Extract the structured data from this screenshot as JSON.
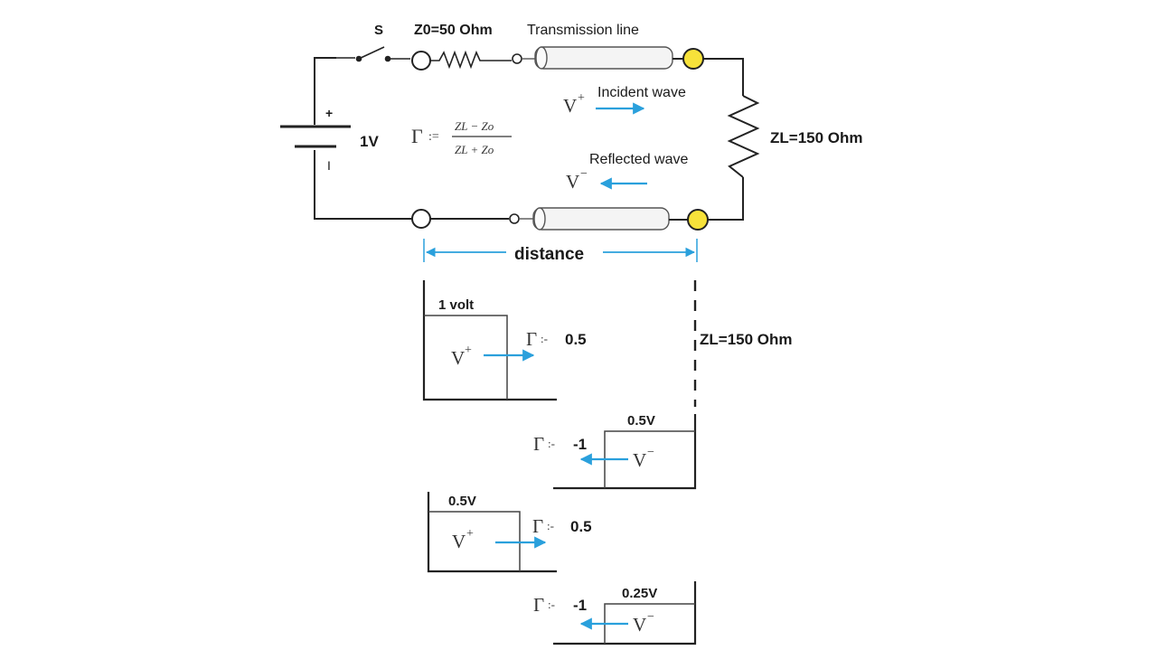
{
  "circuit": {
    "switch_label": "S",
    "source_impedance_label": "Z0=50 Ohm",
    "line_label": "Transmission line",
    "battery_voltage_label": "1V",
    "battery_plus": "+",
    "battery_minus": "I",
    "load_label": "ZL=150 Ohm",
    "incident_symbol": "V",
    "incident_sup": "+",
    "incident_label": "Incident wave",
    "reflected_symbol": "V",
    "reflected_sup": "−",
    "reflected_label": "Reflected wave",
    "gamma_symbol": "Γ",
    "gamma_eq": ":=",
    "gamma_num": "ZL − Zo",
    "gamma_den": "ZL + Zo",
    "distance_label": "distance"
  },
  "bounce": {
    "load_label": "ZL=150 Ohm",
    "steps": [
      {
        "amplitude": "1 volt",
        "wave_symbol": "V",
        "wave_sup": "+",
        "gamma_symbol": "Γ",
        "gamma_eq": ":-",
        "gamma_value": "0.5"
      },
      {
        "amplitude": "0.5V",
        "wave_symbol": "V",
        "wave_sup": "−",
        "gamma_symbol": "Γ",
        "gamma_eq": ":-",
        "gamma_value": "-1"
      },
      {
        "amplitude": "0.5V",
        "wave_symbol": "V",
        "wave_sup": "+",
        "gamma_symbol": "Γ",
        "gamma_eq": ":-",
        "gamma_value": "0.5"
      },
      {
        "amplitude": "0.25V",
        "wave_symbol": "V",
        "wave_sup": "−",
        "gamma_symbol": "Γ",
        "gamma_eq": ":-",
        "gamma_value": "-1"
      }
    ]
  },
  "colors": {
    "wire": "#222222",
    "arrow": "#2aa0dc",
    "terminal_fill": "#f7e23a",
    "line_body": "#f4f4f4"
  }
}
